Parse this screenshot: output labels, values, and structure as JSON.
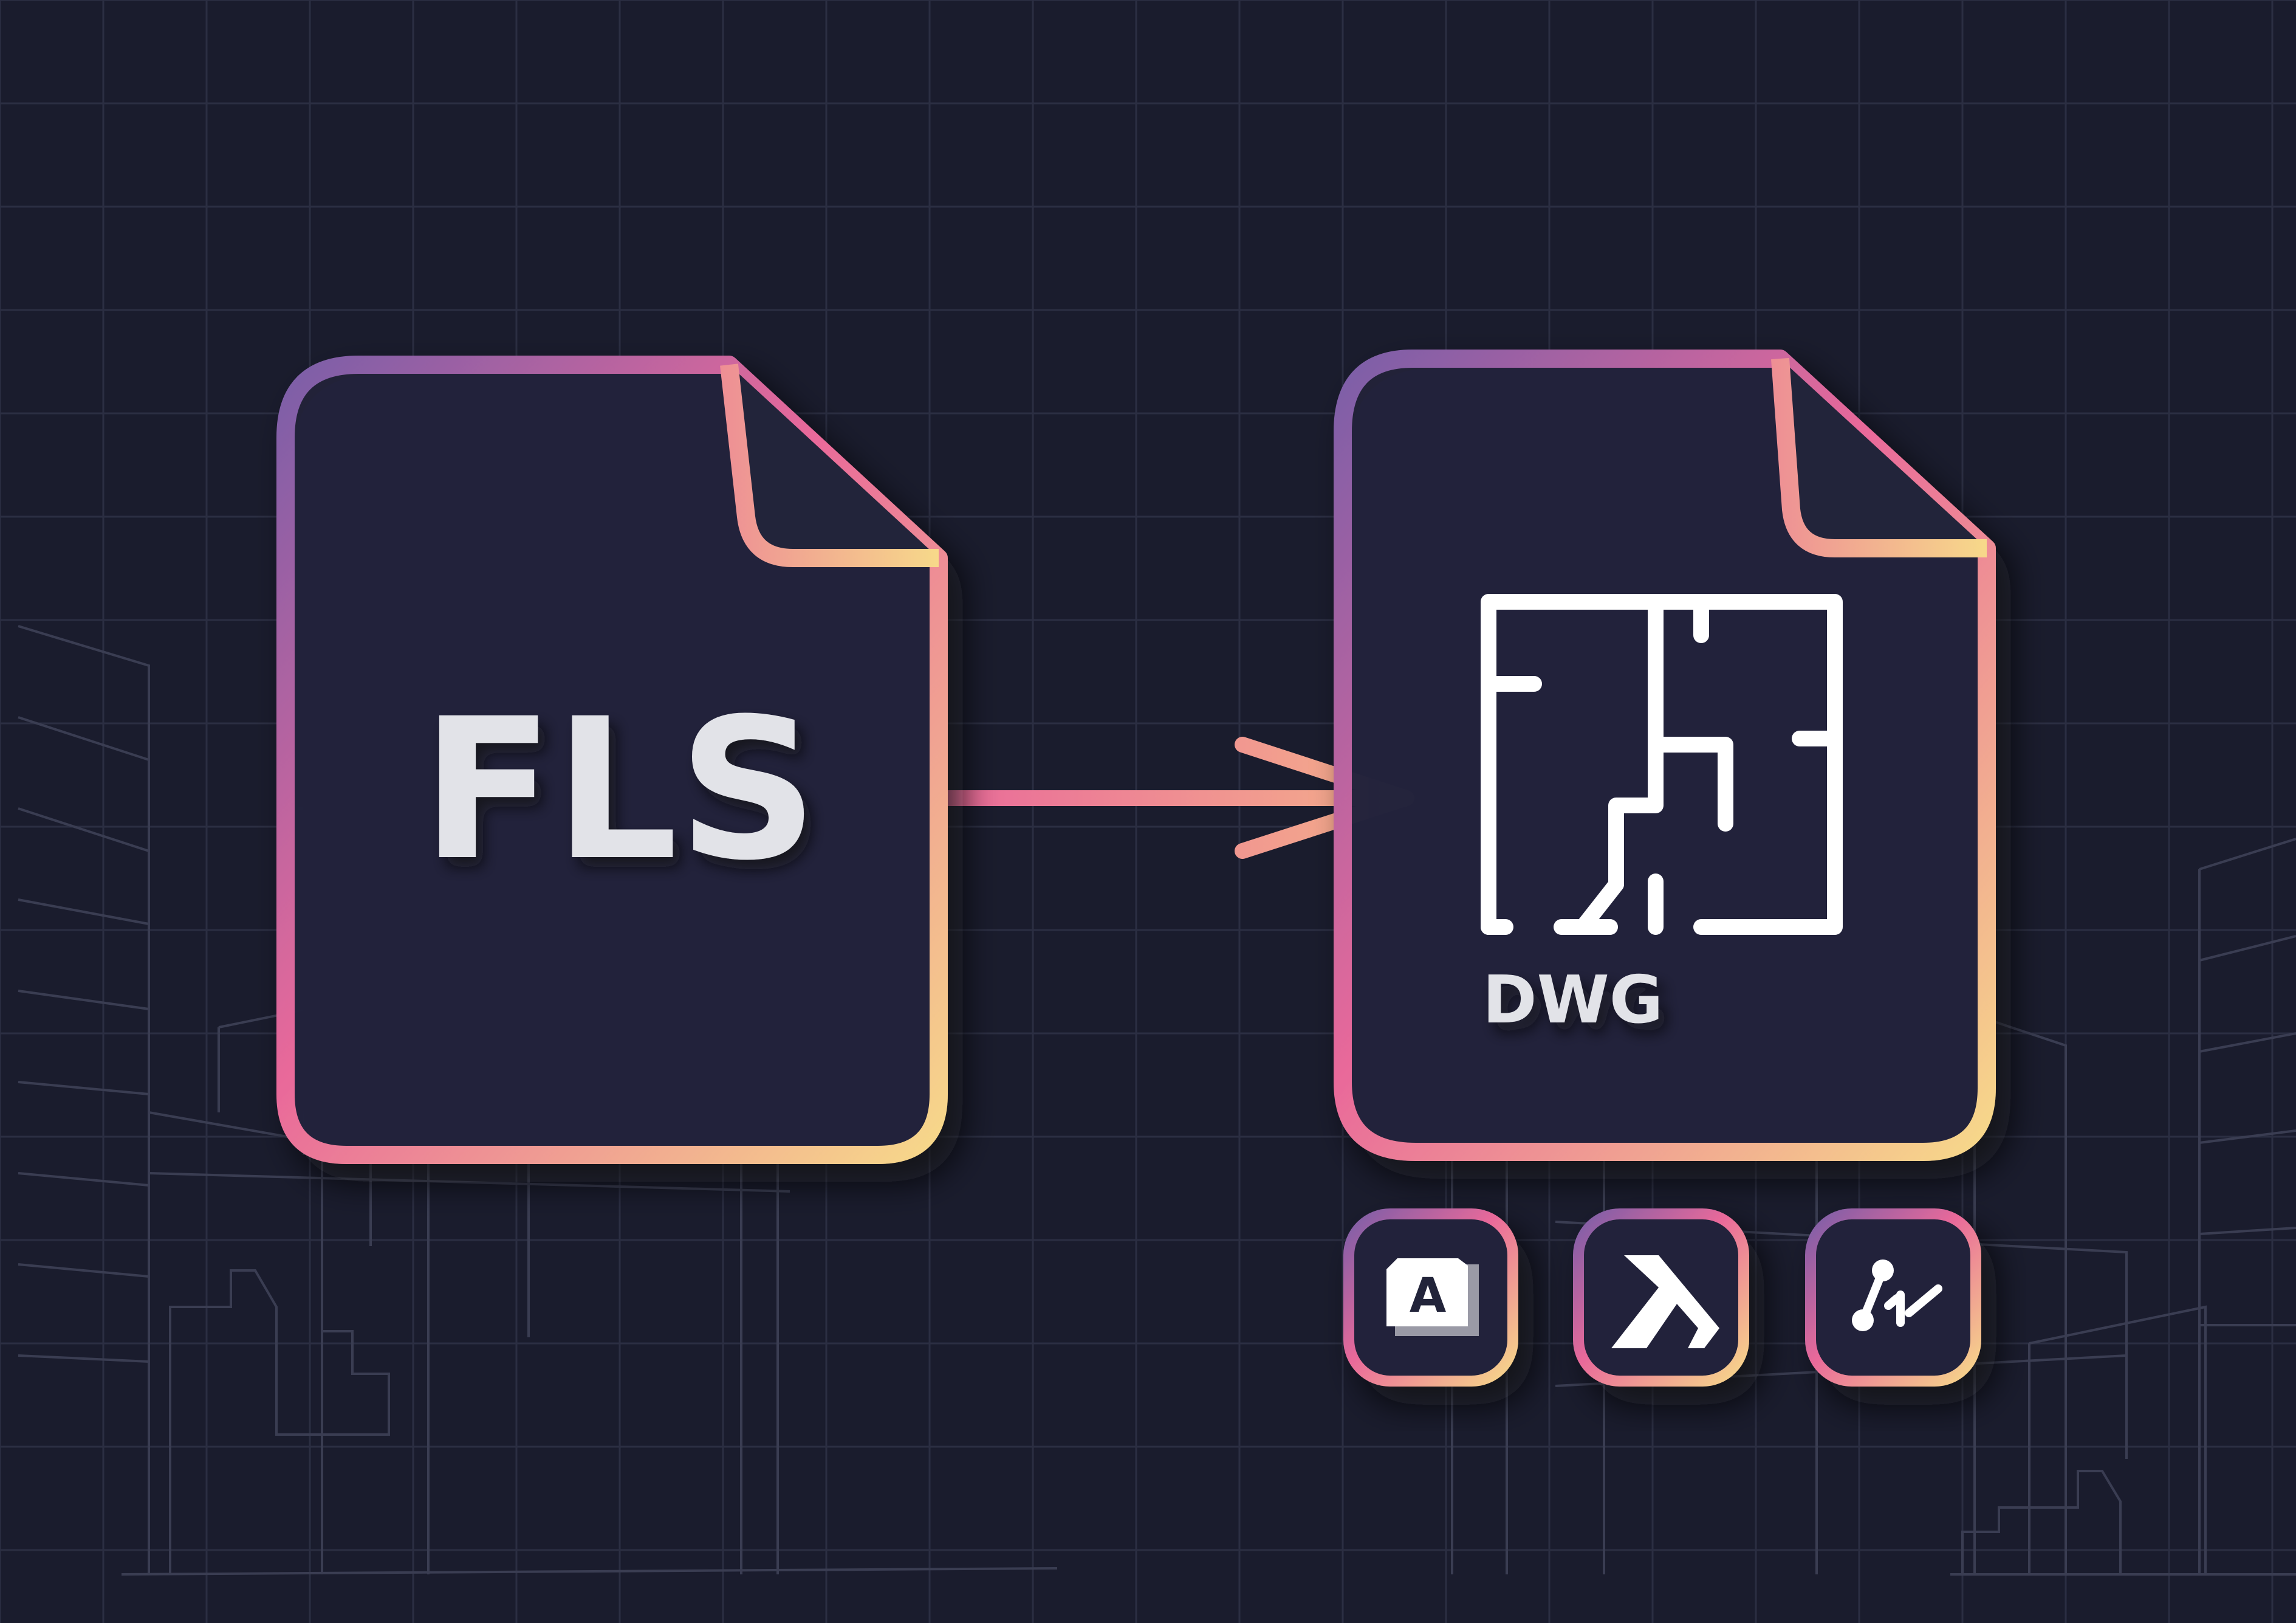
{
  "source_file": {
    "label": "FLS"
  },
  "target_file": {
    "label": "DWG",
    "icon": "floor-plan-icon"
  },
  "app_badges": [
    {
      "name": "autocad-app-icon",
      "glyph": "A"
    },
    {
      "name": "bricscad-app-icon"
    },
    {
      "name": "draftsight-app-icon"
    }
  ],
  "colors": {
    "background": "#1a1c2d",
    "grid_line": "#2b2e42",
    "city_line": "#3a3d52",
    "card_fill": "#22243a",
    "gradient_purple": "#7b5ea8",
    "gradient_pink": "#e9699a",
    "gradient_yellow": "#f7d98a",
    "text_light": "#e2e3e8"
  }
}
